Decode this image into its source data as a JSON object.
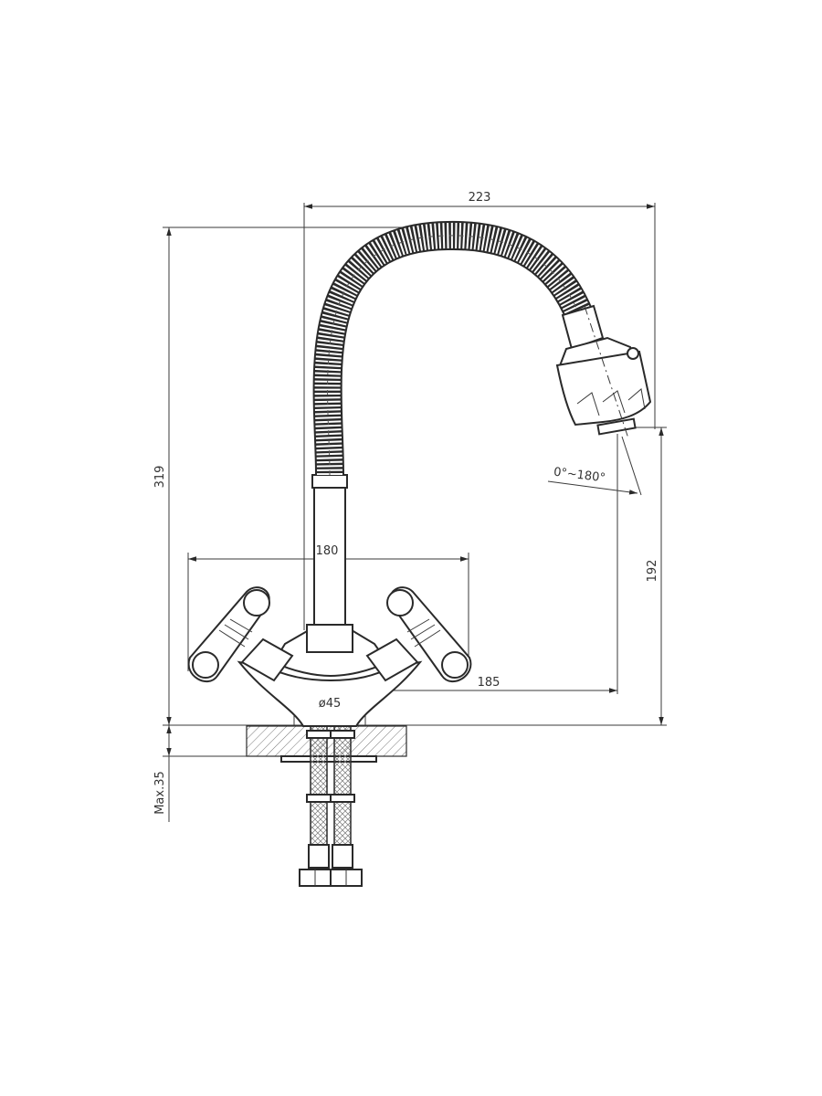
{
  "dimensions": {
    "overall_height": "319",
    "reach": "223",
    "handle_span": "180",
    "spout_offset": "185",
    "base_diameter": "ø45",
    "swivel": "0°~180°",
    "outlet_height": "192",
    "max_thickness": "Max.35"
  },
  "colors": {
    "line": "#2a2a2a",
    "background": "#ffffff"
  }
}
